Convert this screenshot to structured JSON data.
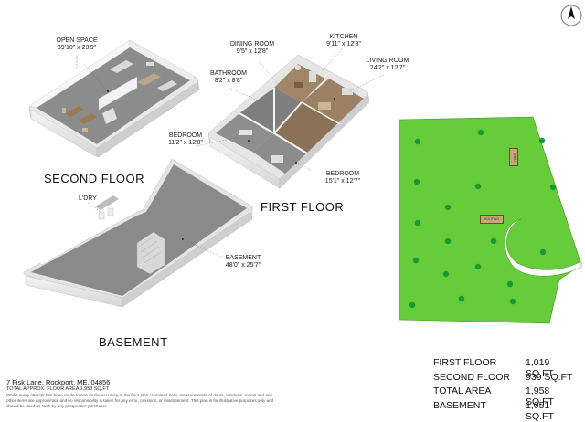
{
  "second_floor": {
    "title": "SECOND FLOOR",
    "rooms": [
      {
        "name": "OPEN SPACE",
        "dims": "39'10\" x 23'9\""
      }
    ]
  },
  "first_floor": {
    "title": "FIRST FLOOR",
    "rooms": [
      {
        "name": "DINING ROOM",
        "dims": "9'5\" x 12'8\""
      },
      {
        "name": "KITCHEN",
        "dims": "9'11\" x 12'8\""
      },
      {
        "name": "BATHROOM",
        "dims": "8'2\" x 8'8\""
      },
      {
        "name": "LIVING ROOM",
        "dims": "24'2\" x 12'7\""
      },
      {
        "name": "BEDROOM",
        "dims": "11'2\" x 12'8\""
      },
      {
        "name": "BEDROOM",
        "dims": "15'1\" x 12'7\""
      }
    ]
  },
  "basement": {
    "title": "BASEMENT",
    "rooms": [
      {
        "name": "L'DRY",
        "dims": ""
      },
      {
        "name": "BASEMENT",
        "dims": "48'0\" x 25'7\""
      }
    ]
  },
  "site_map": {
    "tags": [
      "SHED",
      "ROOFING"
    ],
    "colors": {
      "lawn": "#66cc3a",
      "tree": "#1a9a2e",
      "driveway": "#ffffff"
    }
  },
  "footer": {
    "address": "7 Fisk Lane, Rockport, ME, 04856",
    "total_approx": "TOTAL APPROX. FLOOR AREA 1,958 SQ.FT",
    "disclaimer": "Whilst every attempt has been made to ensure the accuracy of the floor plan contained here, measurements of doors, windows, rooms and any other items are approximate and no responsibility is taken for any error, omission, or misstatement. This plan is for illustrative purposes only and should be used as such by any prospective purchaser."
  },
  "areas": [
    {
      "label": "FIRST FLOOR",
      "value": "1,019 SQ.FT"
    },
    {
      "label": "SECOND FLOOR",
      "value": "939 SQ.FT"
    },
    {
      "label": "TOTAL AREA",
      "value": "1,958 SQ.FT"
    },
    {
      "label": "BASEMENT",
      "value": "1,051 SQ.FT"
    }
  ],
  "colon": ":",
  "colors": {
    "floor": "#8e8e8e",
    "wall": "#f2f2f2",
    "wood": "#a07a50",
    "text": "#222222"
  }
}
